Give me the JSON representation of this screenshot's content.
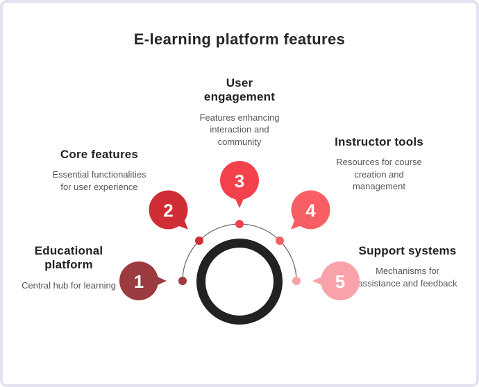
{
  "title": "E-learning platform features",
  "palette": {
    "border": "#e3e2ef",
    "arc": "#6e6e6e",
    "ring": "#222222",
    "heading_text": "#222222",
    "description_text": "#555555",
    "number_text": "#ffffff"
  },
  "diagram": {
    "items": [
      {
        "number": "1",
        "label": "Educational platform",
        "description": "Central hub for learning",
        "color": "#9b3a3f"
      },
      {
        "number": "2",
        "label": "Core features",
        "description": "Essential functionalities for user experience",
        "color": "#d02e36"
      },
      {
        "number": "3",
        "label": "User engagement",
        "description": "Features enhancing interaction and community",
        "color": "#f3424c"
      },
      {
        "number": "4",
        "label": "Instructor tools",
        "description": "Resources for course creation and management",
        "color": "#f85f64"
      },
      {
        "number": "5",
        "label": "Support systems",
        "description": "Mechanisms for assistance and feedback",
        "color": "#f9a2a9"
      }
    ]
  }
}
